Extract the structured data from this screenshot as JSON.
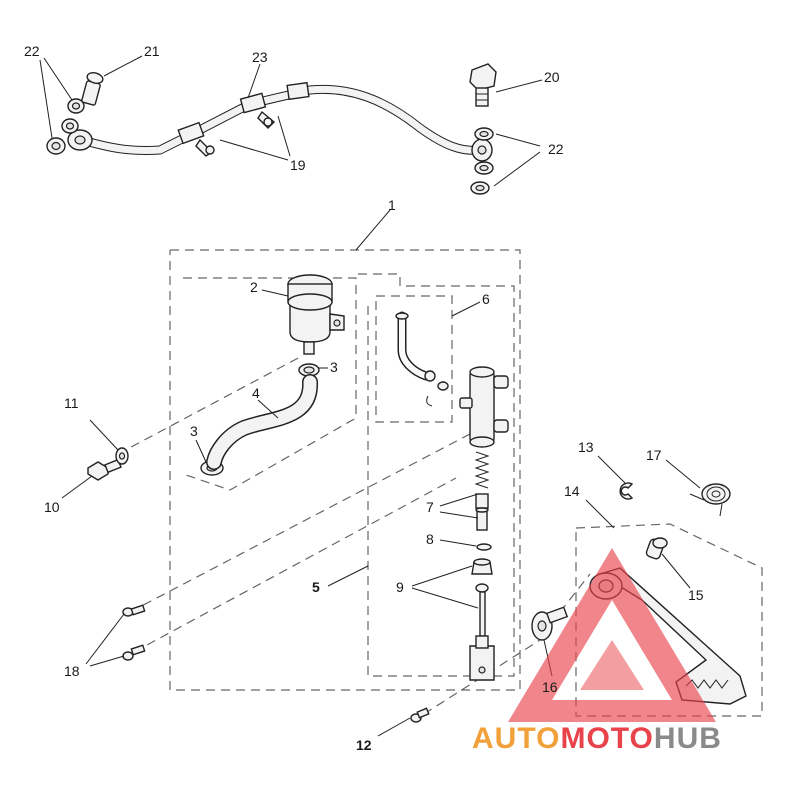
{
  "diagram": {
    "labels": {
      "p1": "1",
      "p2": "2",
      "p3a": "3",
      "p3b": "3",
      "p4": "4",
      "p5": "5",
      "p6": "6",
      "p7": "7",
      "p8": "8",
      "p9": "9",
      "p10": "10",
      "p11": "11",
      "p12": "12",
      "p13": "13",
      "p14": "14",
      "p15": "15",
      "p16": "16",
      "p17": "17",
      "p18": "18",
      "p19": "19",
      "p20": "20",
      "p21": "21",
      "p22a": "22",
      "p22b": "22",
      "p23": "23"
    },
    "watermark": {
      "text_a": "AUTO",
      "text_b": "MOTO",
      "text_c": "HUB",
      "color_orange": "#f2a03a",
      "color_red": "#e8424a",
      "color_grey": "#8a8a8a"
    }
  }
}
